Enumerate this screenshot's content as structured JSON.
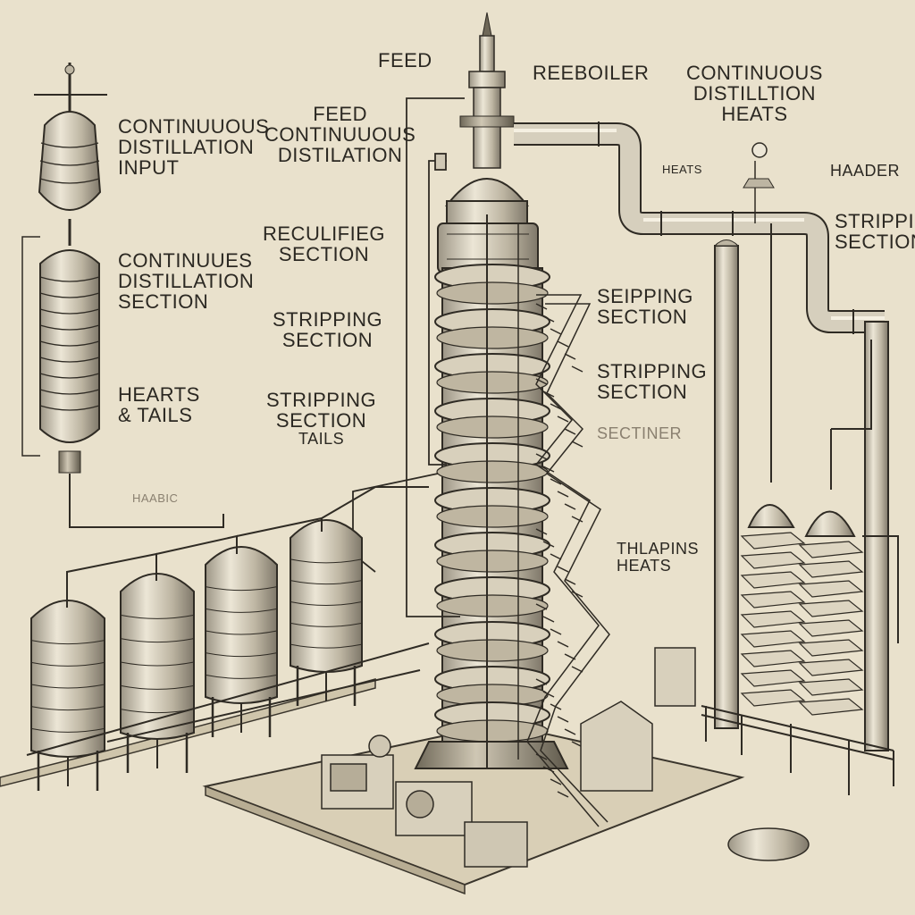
{
  "labels": {
    "feed_top": "FEED",
    "reboiler": "REEBOILER",
    "cont_right": [
      "CONTINUOUS",
      "DISTILLTION",
      "HEATS"
    ],
    "heats_small": "HEATS",
    "haader": "HAADER",
    "stripping_right": [
      "STRIPPING",
      "SECTION"
    ],
    "cont_input": [
      "CONTINUUOUS",
      "DISTILLATION",
      "INPUT"
    ],
    "feed_mid": [
      "FEED",
      "CONTINUUOUS",
      "DISTILATION"
    ],
    "reculifieg": [
      "RECULIFIEG",
      "SECTION"
    ],
    "cont_section": [
      "CONTINUUES",
      "DISTILLATION",
      "SECTION"
    ],
    "stripping_mid": [
      "STRIPPING",
      "SECTION"
    ],
    "seipping": [
      "SEIPPING",
      "SECTION"
    ],
    "stripping_side": [
      "STRIPPING",
      "SECTION"
    ],
    "sectiner": "SECTINER",
    "hearts_tails": [
      "HEARTS",
      "& TAILS"
    ],
    "stripping_tails": [
      "STRIPPING",
      "SECTION",
      "TAILS"
    ],
    "thlapins": [
      "THLAPINS",
      "HEATS"
    ],
    "small_left": "HAABIC"
  }
}
